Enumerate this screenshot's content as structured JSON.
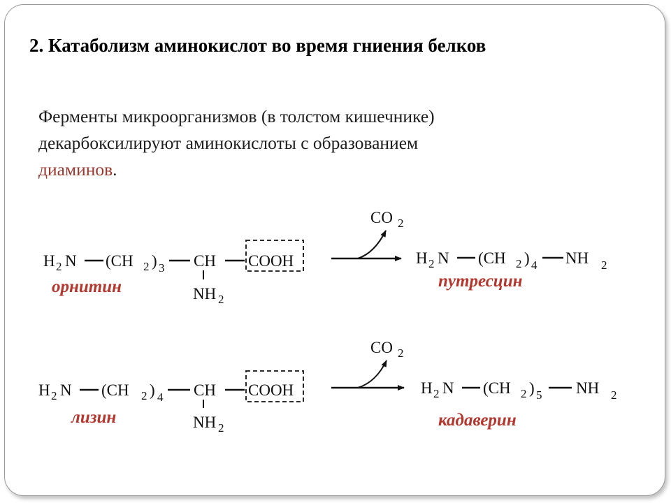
{
  "title": "2. Катаболизм аминокислот во время гниения белков",
  "intro": {
    "line1": "Ферменты микроорганизмов (в толстом кишечнике)",
    "line2": "декарбоксилируют аминокислоты с образованием",
    "highlight": "диаминов",
    "period": "."
  },
  "formula": {
    "h2n_h": "H",
    "h2n_sub": "2",
    "h2n_n": "N",
    "ch2_open": "(CH",
    "ch2_sub": "2",
    "ch2_close": ")",
    "ch": "CH",
    "cooh": "COOH",
    "nh_nh": "NH",
    "nh_sub": "2",
    "co": "CO",
    "co_sub": "2",
    "nh2_end": "NH",
    "nh2_end_sub": "2"
  },
  "reactions": [
    {
      "substrate_name": "орнитин",
      "substrate_n": "3",
      "product_name": "путресцин",
      "product_n": "4"
    },
    {
      "substrate_name": "лизин",
      "substrate_n": "4",
      "product_name": "кадаверин",
      "product_n": "5"
    }
  ]
}
